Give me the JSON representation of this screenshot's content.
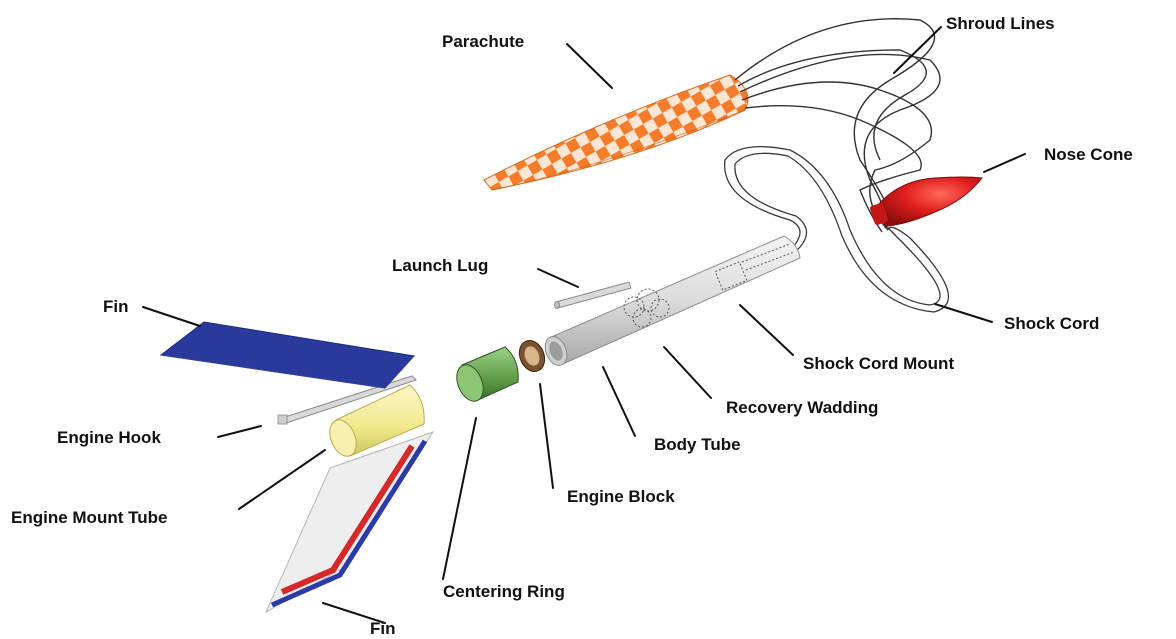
{
  "labels": {
    "parachute": "Parachute",
    "shroud_lines": "Shroud Lines",
    "nose_cone": "Nose Cone",
    "launch_lug": "Launch Lug",
    "fin_top": "Fin",
    "shock_cord": "Shock Cord",
    "shock_cord_mount": "Shock Cord Mount",
    "recovery_wadding": "Recovery Wadding",
    "engine_hook": "Engine Hook",
    "body_tube": "Body Tube",
    "engine_block": "Engine Block",
    "engine_mount_tube": "Engine Mount Tube",
    "centering_ring": "Centering Ring",
    "fin_bottom": "Fin"
  },
  "colors": {
    "parachute_orange": "#f07a28",
    "nose_cone_red": "#e01e1e",
    "fin_blue": "#2a3a9c",
    "engine_mount_yellow": "#f3ec9a",
    "centering_ring_green": "#6aa84f",
    "engine_block_brown": "#6b4a2a",
    "stripe_red": "#d62828",
    "stripe_blue": "#2b3aa8"
  }
}
